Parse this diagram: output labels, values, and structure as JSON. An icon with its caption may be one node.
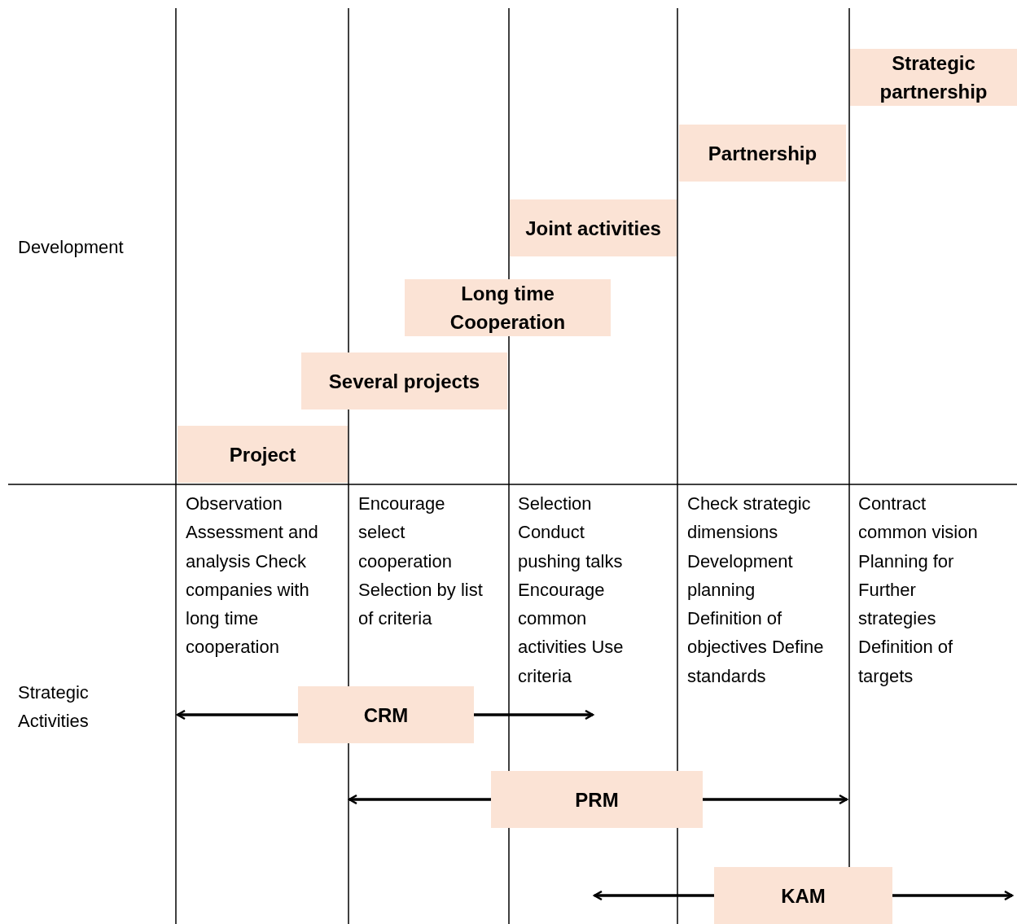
{
  "diagram": {
    "nodes": [
      {
        "text": [
          "Strategic partnership"
        ]
      },
      {
        "text": [
          "Partnership"
        ]
      },
      {
        "text": [
          "Joint activities"
        ]
      },
      {
        "text": [
          "Long time Cooperation"
        ]
      },
      {
        "text": [
          "Several projects"
        ]
      },
      {
        "text": [
          "Project"
        ]
      },
      {
        "text": [
          "CRM"
        ]
      },
      {
        "text": [
          "PRM"
        ]
      },
      {
        "text": [
          "KAM"
        ]
      }
    ],
    "edges": [
      {
        "from": 6,
        "to": null,
        "arrow": "to"
      },
      {
        "from": 6,
        "to": null,
        "arrow": "to"
      },
      {
        "from": 7,
        "to": null,
        "arrow": "to"
      },
      {
        "from": 7,
        "to": null,
        "arrow": "to"
      },
      {
        "from": 8,
        "to": null,
        "arrow": "to"
      },
      {
        "from": 8,
        "to": null,
        "arrow": "to"
      }
    ],
    "labels": [
      "Development",
      "Observation Assessment and analysis Check companies with long time cooperation",
      "Encourage select cooperation Selection by list of criteria",
      "Selection Conduct pushing talks Encourage common activities Use criteria",
      "Check strategic dimensions Development planning Definition of objectives Define standards",
      "Contract common vision Planning for Further strategies Definition of targets",
      "Strategic Activities"
    ]
  }
}
